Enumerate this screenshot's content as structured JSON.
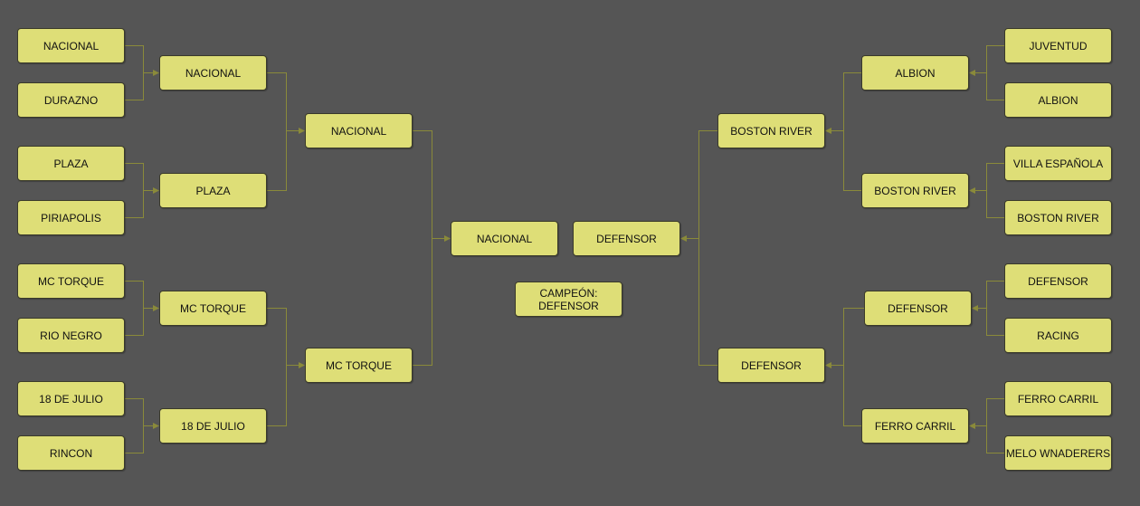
{
  "bracket": {
    "left": {
      "round1": [
        "NACIONAL",
        "DURAZNO",
        "PLAZA",
        "PIRIAPOLIS",
        "MC TORQUE",
        "RIO NEGRO",
        "18 DE JULIO",
        "RINCON"
      ],
      "round2": [
        "NACIONAL",
        "PLAZA",
        "MC TORQUE",
        "18 DE JULIO"
      ],
      "round3": [
        "NACIONAL",
        "MC TORQUE"
      ],
      "final": "NACIONAL"
    },
    "right": {
      "round1": [
        "JUVENTUD",
        "ALBION",
        "VILLA ESPAÑOLA",
        "BOSTON RIVER",
        "DEFENSOR",
        "RACING",
        "FERRO CARRIL",
        "MELO WNADERERS"
      ],
      "round2": [
        "ALBION",
        "BOSTON RIVER",
        "DEFENSOR",
        "FERRO CARRIL"
      ],
      "round3": [
        "BOSTON RIVER",
        "DEFENSOR"
      ],
      "final": "DEFENSOR"
    },
    "champion": "CAMPEÓN:\nDEFENSOR"
  },
  "colors": {
    "background": "#555555",
    "box_fill": "#dede77",
    "connector": "#8a8a3a"
  }
}
